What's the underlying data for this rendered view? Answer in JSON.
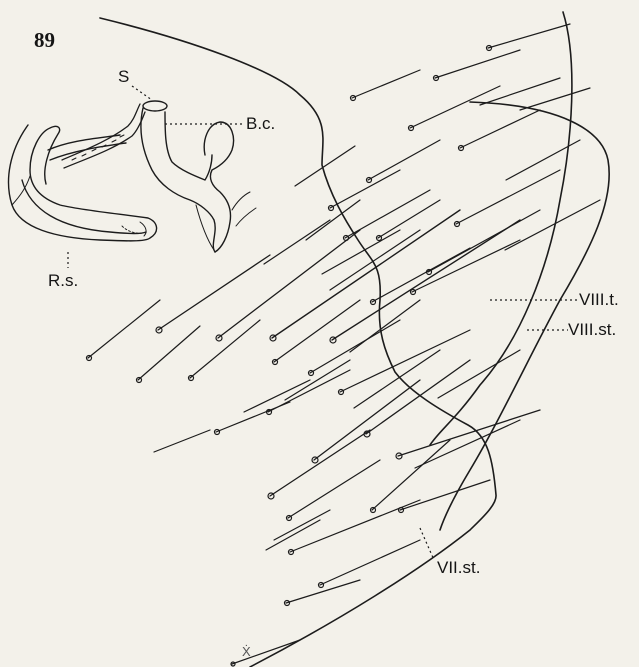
{
  "figure": {
    "number": "89",
    "labels": {
      "spermathecal_opening": "S",
      "bursa_copulatrix": "B.c.",
      "receptaculum_seminis": "R.s.",
      "tergite_viii": "VIII.t.",
      "sternite_viii": "VIII.st.",
      "sternite_vii": "VII.st."
    },
    "signature": "Ẋ"
  },
  "colors": {
    "ink": "#1c1c1c",
    "paper": "#f3f1ea"
  }
}
